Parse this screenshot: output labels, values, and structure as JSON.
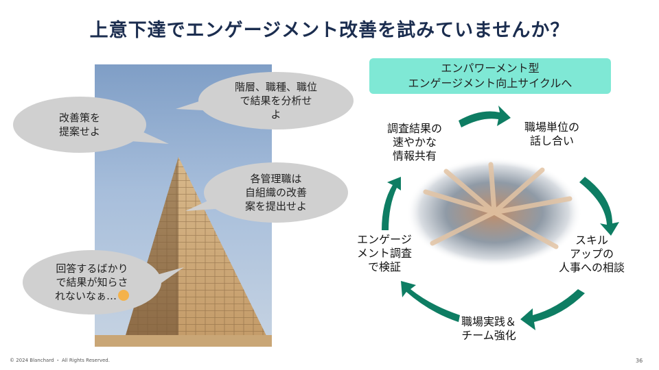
{
  "title": "上意下達でエンゲージメント改善を試みていませんか？",
  "bubbles": {
    "top_right": [
      "階層、職種、職位",
      "で結果を分析せ",
      "よ"
    ],
    "left": [
      "改善策を",
      "提案せよ"
    ],
    "middle_right": [
      "各管理職は",
      "自組織の改善",
      "案を提出せよ"
    ],
    "bottom_left": [
      "回答するばかり",
      "で結果が知らさ",
      "れないなぁ…"
    ]
  },
  "cycle": {
    "header": [
      "エンパワーメント型",
      "エンゲージメント向上サイクルへ"
    ],
    "steps": {
      "share": [
        "調査結果の",
        "速やかな",
        "情報共有"
      ],
      "discuss": [
        "職場単位の",
        "話し合い"
      ],
      "skill": [
        "スキル",
        "アップの",
        "人事への相談"
      ],
      "practice": [
        "職場実践＆",
        "チーム強化"
      ],
      "survey": [
        "エンゲージ",
        "メント調査",
        "で検証"
      ]
    },
    "accent_color": "#0e7d63"
  },
  "footer": "© 2024 Blanchard ・ All Rights Reserved.",
  "page_number": "36"
}
